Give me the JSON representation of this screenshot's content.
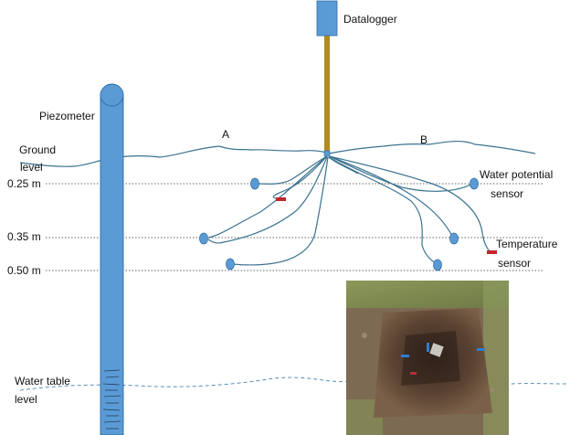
{
  "labels": {
    "datalogger": "Datalogger",
    "piezometer": "Piezometer",
    "point_a": "A",
    "point_b": "B",
    "ground_level_1": "Ground",
    "ground_level_2": "level",
    "water_potential_1": "Water potential",
    "water_potential_2": "sensor",
    "temperature_1": "Temperature",
    "temperature_2": "sensor",
    "water_table_1": "Water table",
    "water_table_2": "level"
  },
  "depths": [
    {
      "label": "0.25 m",
      "value": 0.25
    },
    {
      "label": "0.35 m",
      "value": 0.35
    },
    {
      "label": "0.50 m",
      "value": 0.5
    }
  ],
  "colors": {
    "pipe": "#5b9bd5",
    "pipe_stroke": "#2e6da4",
    "cable": "#3b7290",
    "datalogger_post": "#b08b1e",
    "temperature_sensor": "#c0272d",
    "soil": "#6b4f3a"
  }
}
